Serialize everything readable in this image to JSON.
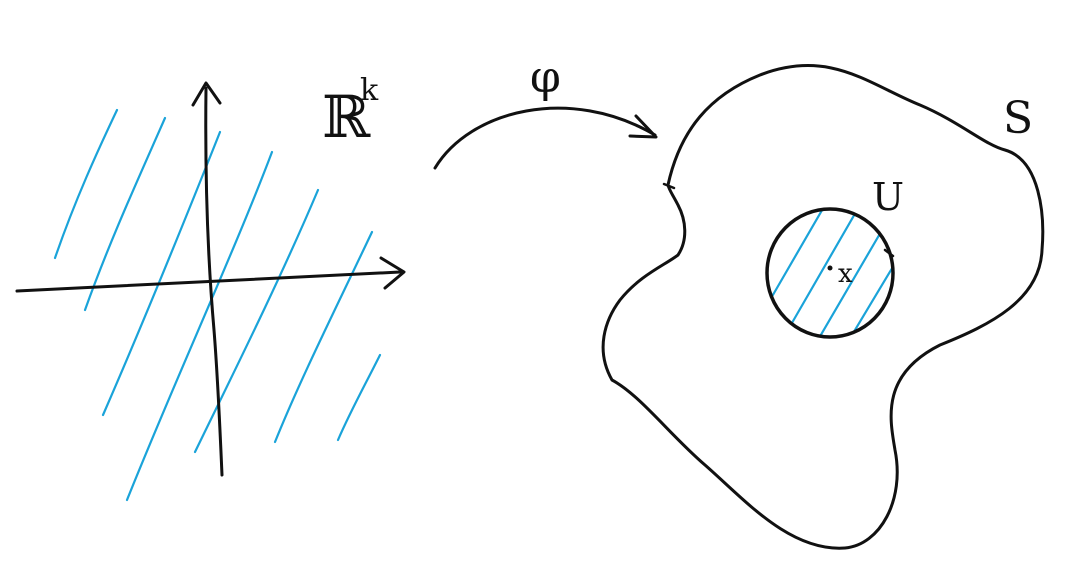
{
  "diagram": {
    "space_label": "ℝ",
    "space_exponent": "k",
    "map_label": "φ",
    "manifold_label": "S",
    "neighborhood_label": "U",
    "point_label": "x"
  },
  "colors": {
    "ink": "#111111",
    "hatch": "#1aa3d9",
    "background": "#ffffff"
  }
}
